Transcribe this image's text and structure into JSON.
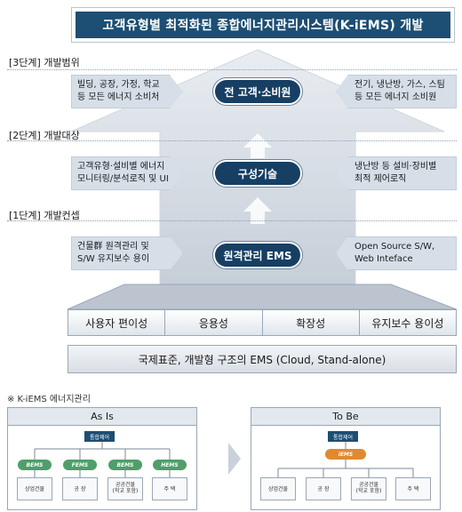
{
  "title": "고객유형별 최적화된 종합에너지관리시스템(K-iEMS) 개발",
  "stages": [
    {
      "label": "[3단계] 개발범위",
      "left": "빌딩, 공장, 가정, 학교\n등 모든 에너지 소비처",
      "center": "전 고객·소비원",
      "right": "전기, 냉난방, 가스, 스팀\n등 모든 에너지 소비원"
    },
    {
      "label": "[2단계] 개발대상",
      "left": "고객유형·설비별 에너지\n모니터링/분석로직 및 UI",
      "center": "구성기술",
      "right": "냉난방 등 설비·장비별\n최적 제어로직"
    },
    {
      "label": "[1단계] 개발컨셉",
      "left": "건물群 원격관리 및\nS/W 유지보수 용이",
      "center": "원격관리 EMS",
      "right": "Open Source S/W,\nWeb Inteface"
    }
  ],
  "pillars": [
    "사용자 편이성",
    "응용성",
    "확장성",
    "유지보수 용이성"
  ],
  "base": "국제표준, 개발형 구조의 EMS (Cloud, Stand-alone)",
  "note": "※  K-iEMS 에너지관리",
  "asis": {
    "title": "As Is",
    "control": "통합제어",
    "ems": [
      "BEMS",
      "FEMS",
      "BEMS",
      "HEMS"
    ],
    "buildings": [
      "상업건물",
      "공 장",
      "공공건물\n(학교 포함)",
      "주 택"
    ]
  },
  "tobe": {
    "title": "To Be",
    "control": "통합제어",
    "ems": "iEMS",
    "buildings": [
      "상업건물",
      "공 장",
      "공공건물\n(학교 포함)",
      "주 택"
    ]
  },
  "colors": {
    "primary": "#1d4e73",
    "arrow": "#c9d1da",
    "side_box": "#d6dfe8",
    "ems_green": "#4f9f6a",
    "ems_orange": "#e08a2e"
  }
}
